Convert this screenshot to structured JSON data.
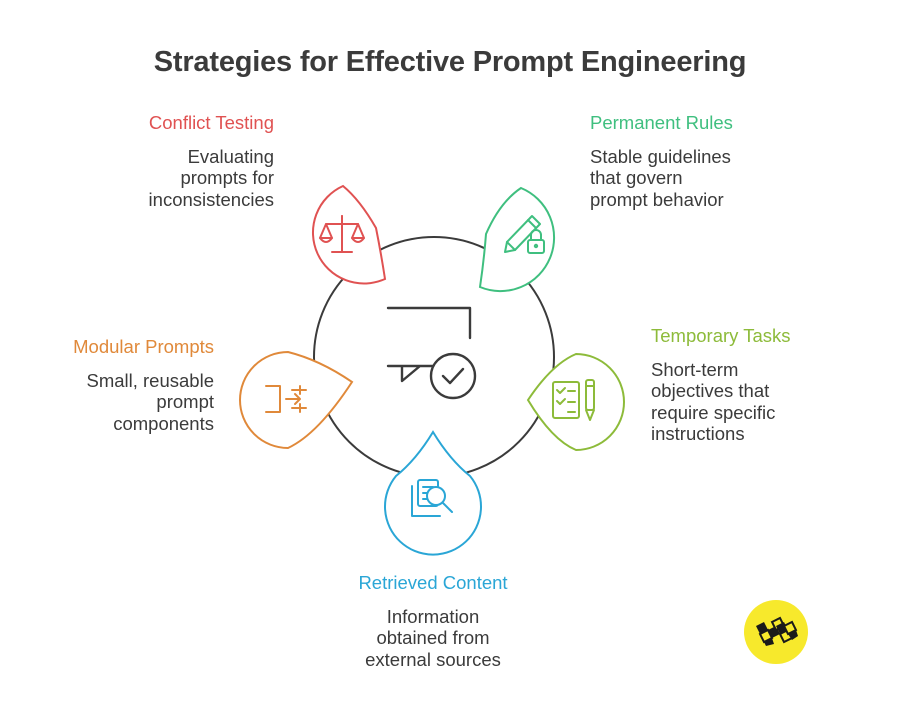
{
  "title": "Strategies for Effective Prompt Engineering",
  "colors": {
    "conflict": "#e05252",
    "permanent": "#3fbf7f",
    "temporary": "#8dbb3a",
    "retrieved": "#2aa6d6",
    "modular": "#e0893a",
    "center": "#3b3b3b",
    "logo": "#f7e92c"
  },
  "items": [
    {
      "key": "conflict",
      "heading": "Conflict Testing",
      "description": [
        "Evaluating",
        "prompts for",
        "inconsistencies"
      ],
      "icon": "scales-icon"
    },
    {
      "key": "permanent",
      "heading": "Permanent Rules",
      "description": [
        "Stable guidelines",
        "that govern",
        "prompt behavior"
      ],
      "icon": "pencil-lock-icon"
    },
    {
      "key": "temporary",
      "heading": "Temporary Tasks",
      "description": [
        "Short-term",
        "objectives that",
        "require specific",
        "instructions"
      ],
      "icon": "checklist-pen-icon"
    },
    {
      "key": "retrieved",
      "heading": "Retrieved Content",
      "description": [
        "Information",
        "obtained from",
        "external sources"
      ],
      "icon": "document-search-icon"
    },
    {
      "key": "modular",
      "heading": "Modular Prompts",
      "description": [
        "Small, reusable",
        "prompt",
        "components"
      ],
      "icon": "modules-icon"
    }
  ],
  "center_icon": "chat-check-icon",
  "logo_icon": "brand-logo-icon"
}
